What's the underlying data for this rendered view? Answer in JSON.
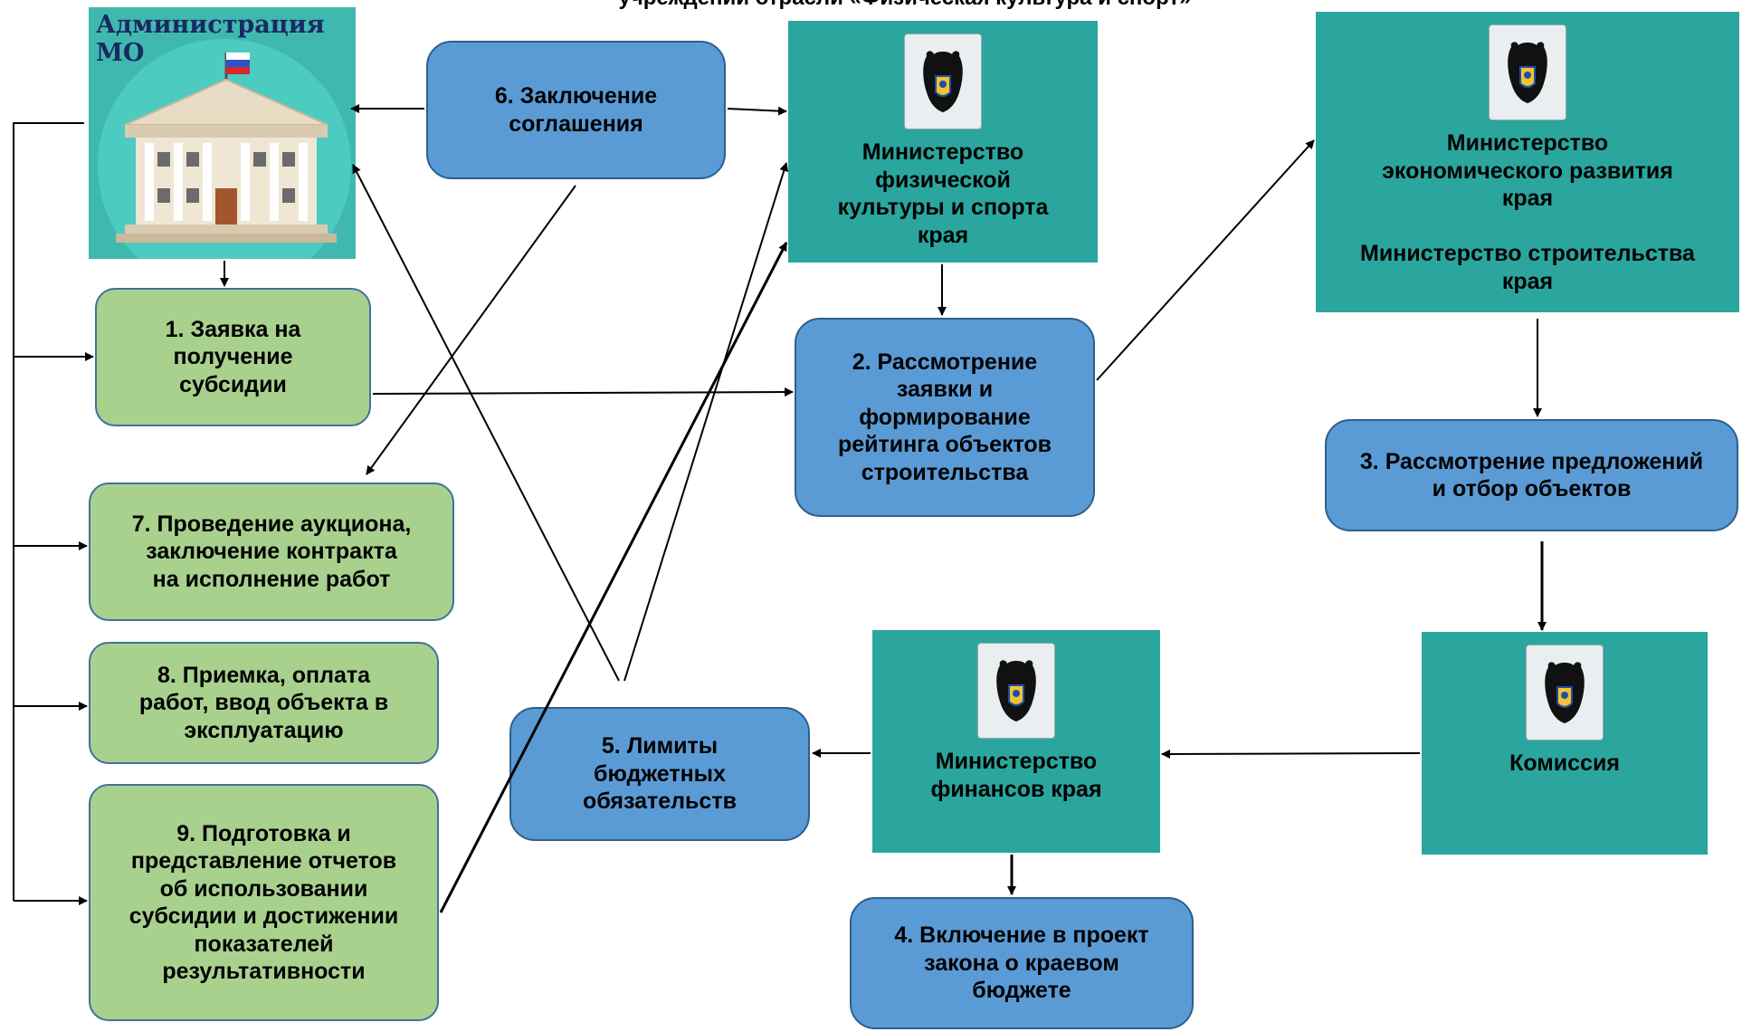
{
  "title": "учреждений отрасли «Физическая культура и спорт»",
  "admin": {
    "label": "Администрация МО",
    "icon": "government-building-icon"
  },
  "ministry_sport": {
    "label": "Министерство\nфизической\nкультуры и спорта\nкрая",
    "icon": "bear-crest-icon"
  },
  "ministry_econ": {
    "label": "Министерство\nэкономического развития\nкрая\n\nМинистерство строительства\nкрая",
    "icon": "bear-crest-icon"
  },
  "ministry_fin": {
    "label": "Министерство\nфинансов края",
    "icon": "bear-crest-icon"
  },
  "commission": {
    "label": "Комиссия",
    "icon": "bear-crest-icon"
  },
  "step1": "1. Заявка на\nполучение\nсубсидии",
  "step2": "2. Рассмотрение\nзаявки и\nформирование\nрейтинга объектов\nстроительства",
  "step3": "3. Рассмотрение предложений\nи отбор объектов",
  "step4": "4. Включение в проект\nзакона о краевом\nбюджете",
  "step5": "5. Лимиты\nбюджетных\nобязательств",
  "step6": "6. Заключение\nсоглашения",
  "step7": "7. Проведение аукциона,\nзаключение контракта\nна исполнение работ",
  "step8": "8. Приемка, оплата\nработ, ввод объекта в\nэксплуатацию",
  "step9": "9. Подготовка и\nпредставление отчетов\nоб использовании\nсубсидии и достижении\nпоказателей\nрезультативности",
  "colors": {
    "green": "#a9d18e",
    "blue": "#5b9bd5",
    "teal": "#2aa69e"
  }
}
